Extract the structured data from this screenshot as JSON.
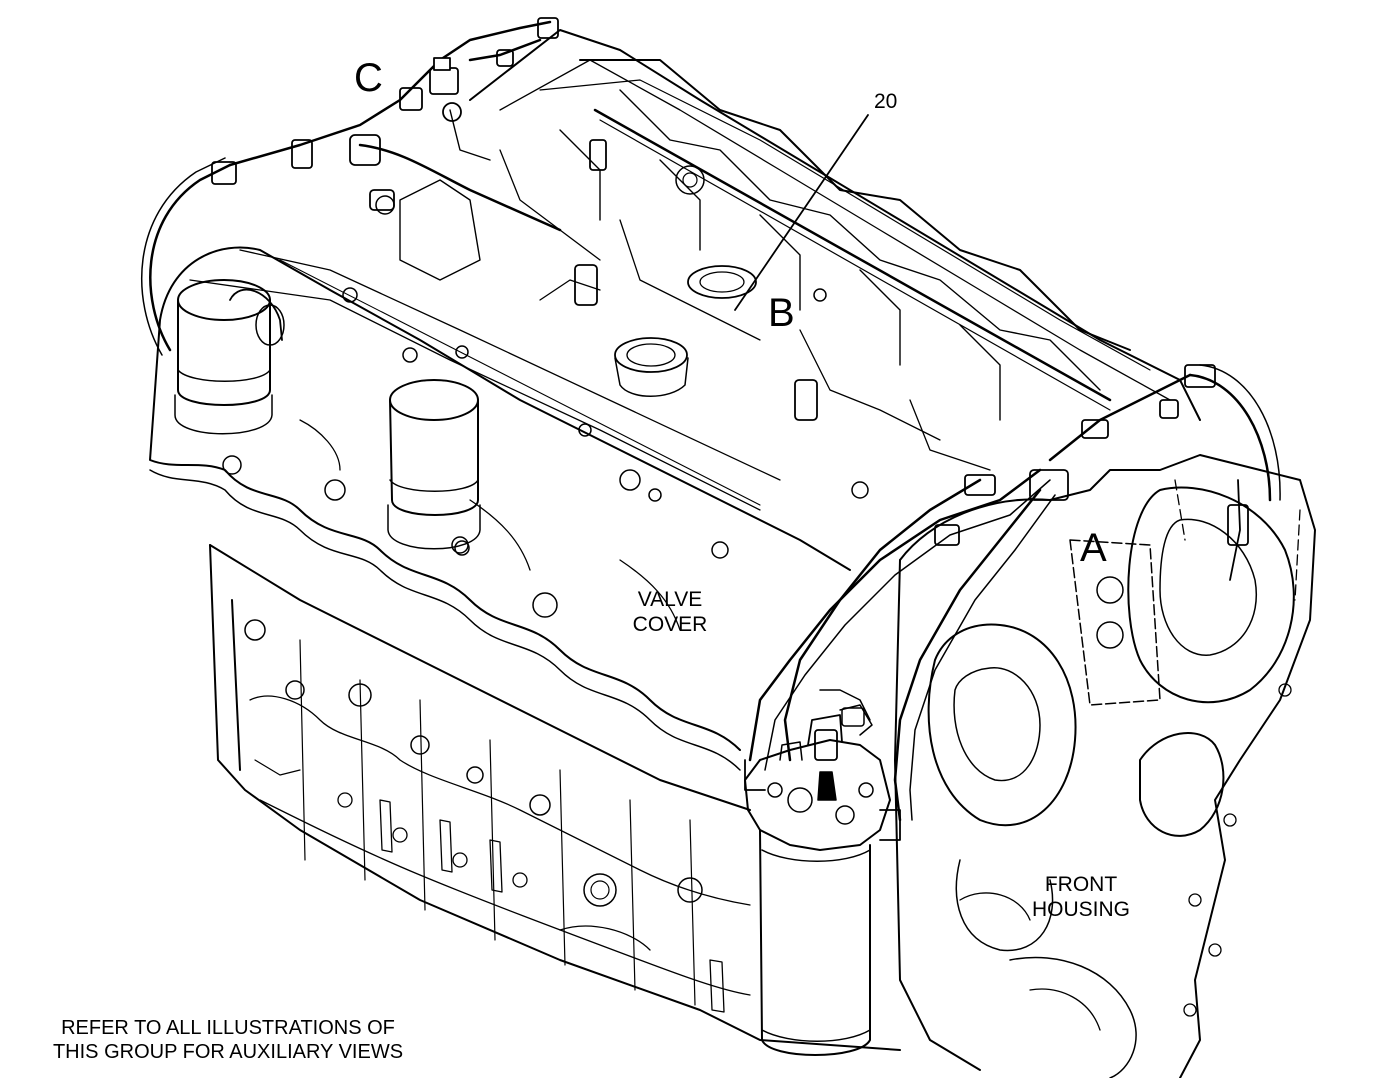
{
  "callouts": {
    "A": "A",
    "B": "B",
    "C": "C",
    "part_20": "20"
  },
  "labels": {
    "valve_cover_line1": "VALVE",
    "valve_cover_line2": "COVER",
    "front_housing_line1": "FRONT",
    "front_housing_line2": "HOUSING"
  },
  "note": {
    "line1": "REFER TO ALL ILLUSTRATIONS OF",
    "line2": "THIS GROUP FOR AUXILIARY VIEWS"
  }
}
